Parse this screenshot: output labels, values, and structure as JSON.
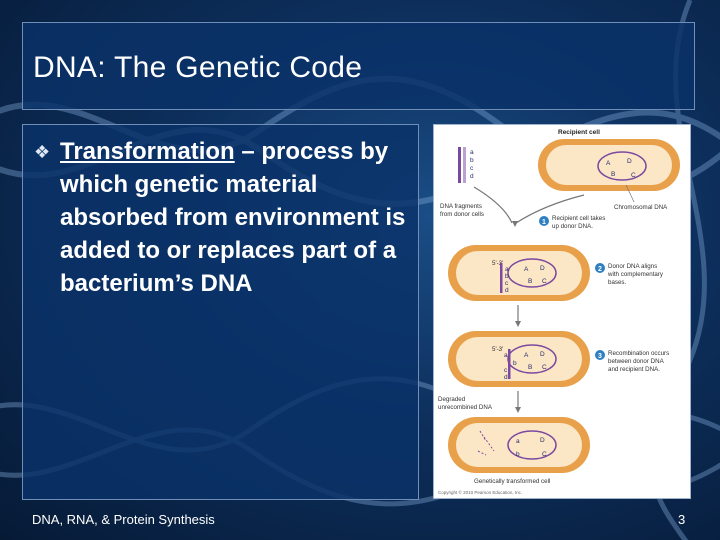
{
  "slide": {
    "title": "DNA: The Genetic Code",
    "bullet": {
      "term": "Transformation",
      "rest": " – process by which genetic material absorbed from environment is added to or replaces part of a bacterium’s DNA"
    },
    "footer": "DNA, RNA, & Protein Synthesis",
    "page_number": "3"
  },
  "figure": {
    "recipient_cell": "Recipient cell",
    "dna_fragments": [
      "DNA fragments",
      "from donor cells"
    ],
    "chromosomal_dna": "Chromosomal DNA",
    "steps": [
      {
        "num": "1",
        "lines": [
          "Recipient cell takes",
          "up donor DNA."
        ]
      },
      {
        "num": "2",
        "lines": [
          "Donor DNA aligns",
          "with complementary",
          "bases."
        ]
      },
      {
        "num": "3",
        "lines": [
          "Recombination occurs",
          "between donor DNA",
          "and recipient DNA."
        ]
      }
    ],
    "degraded": [
      "Degraded",
      "unrecombined DNA"
    ],
    "transformed": "Genetically transformed cell",
    "copyright": "Copyright © 2010 Pearson Education, Inc.",
    "strand_label": "5'-3'",
    "donor_letters": [
      "a",
      "b",
      "c",
      "d"
    ],
    "chrom_letters": [
      "A",
      "B",
      "C",
      "D"
    ]
  },
  "colors": {
    "background": "#0d2f5c",
    "panel": "#0a3269",
    "cell_fill": "#e9a04b",
    "cell_inner": "#fbe6c6",
    "step_circle": "#2f7fc2",
    "strand": "#7b4aa0"
  }
}
